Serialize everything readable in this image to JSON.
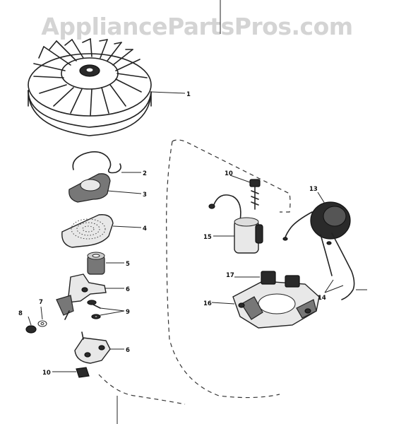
{
  "watermark": "AppliancePartsPros.com",
  "callouts": [
    {
      "id": "c1",
      "label": "1"
    },
    {
      "id": "c2",
      "label": "2"
    },
    {
      "id": "c3",
      "label": "3"
    },
    {
      "id": "c4",
      "label": "4"
    },
    {
      "id": "c5",
      "label": "5"
    },
    {
      "id": "c6",
      "label": "6"
    },
    {
      "id": "c6b",
      "label": "6"
    },
    {
      "id": "c7",
      "label": "7"
    },
    {
      "id": "c8",
      "label": "8"
    },
    {
      "id": "c9",
      "label": "9"
    },
    {
      "id": "c10",
      "label": "10"
    },
    {
      "id": "c10b",
      "label": "10"
    },
    {
      "id": "c13",
      "label": "13"
    },
    {
      "id": "c14",
      "label": "14"
    },
    {
      "id": "c15",
      "label": "15"
    },
    {
      "id": "c16",
      "label": "16"
    },
    {
      "id": "c17",
      "label": "17"
    }
  ]
}
